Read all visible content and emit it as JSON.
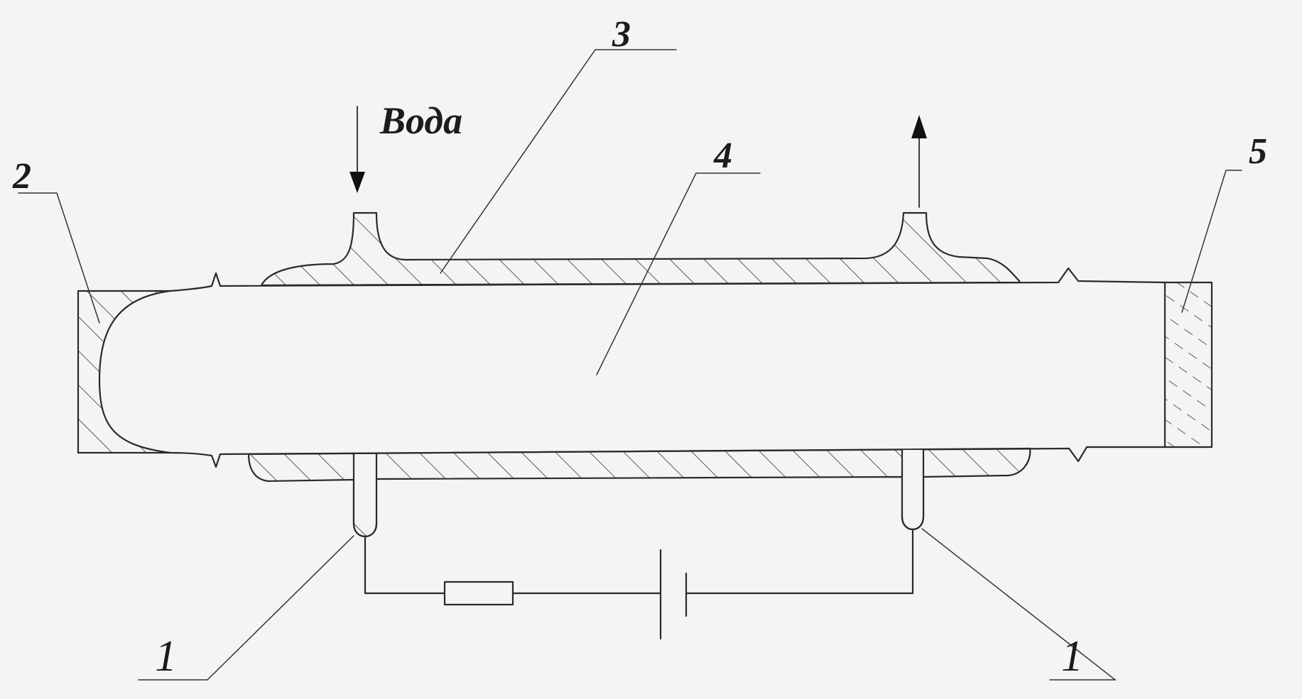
{
  "labels": {
    "water": "Вода",
    "n1_left": "1",
    "n1_right": "1",
    "n2": "2",
    "n3": "3",
    "n4": "4",
    "n5": "5"
  },
  "colors": {
    "background": "#f4f4f4",
    "stroke": "#2a2a2a"
  }
}
